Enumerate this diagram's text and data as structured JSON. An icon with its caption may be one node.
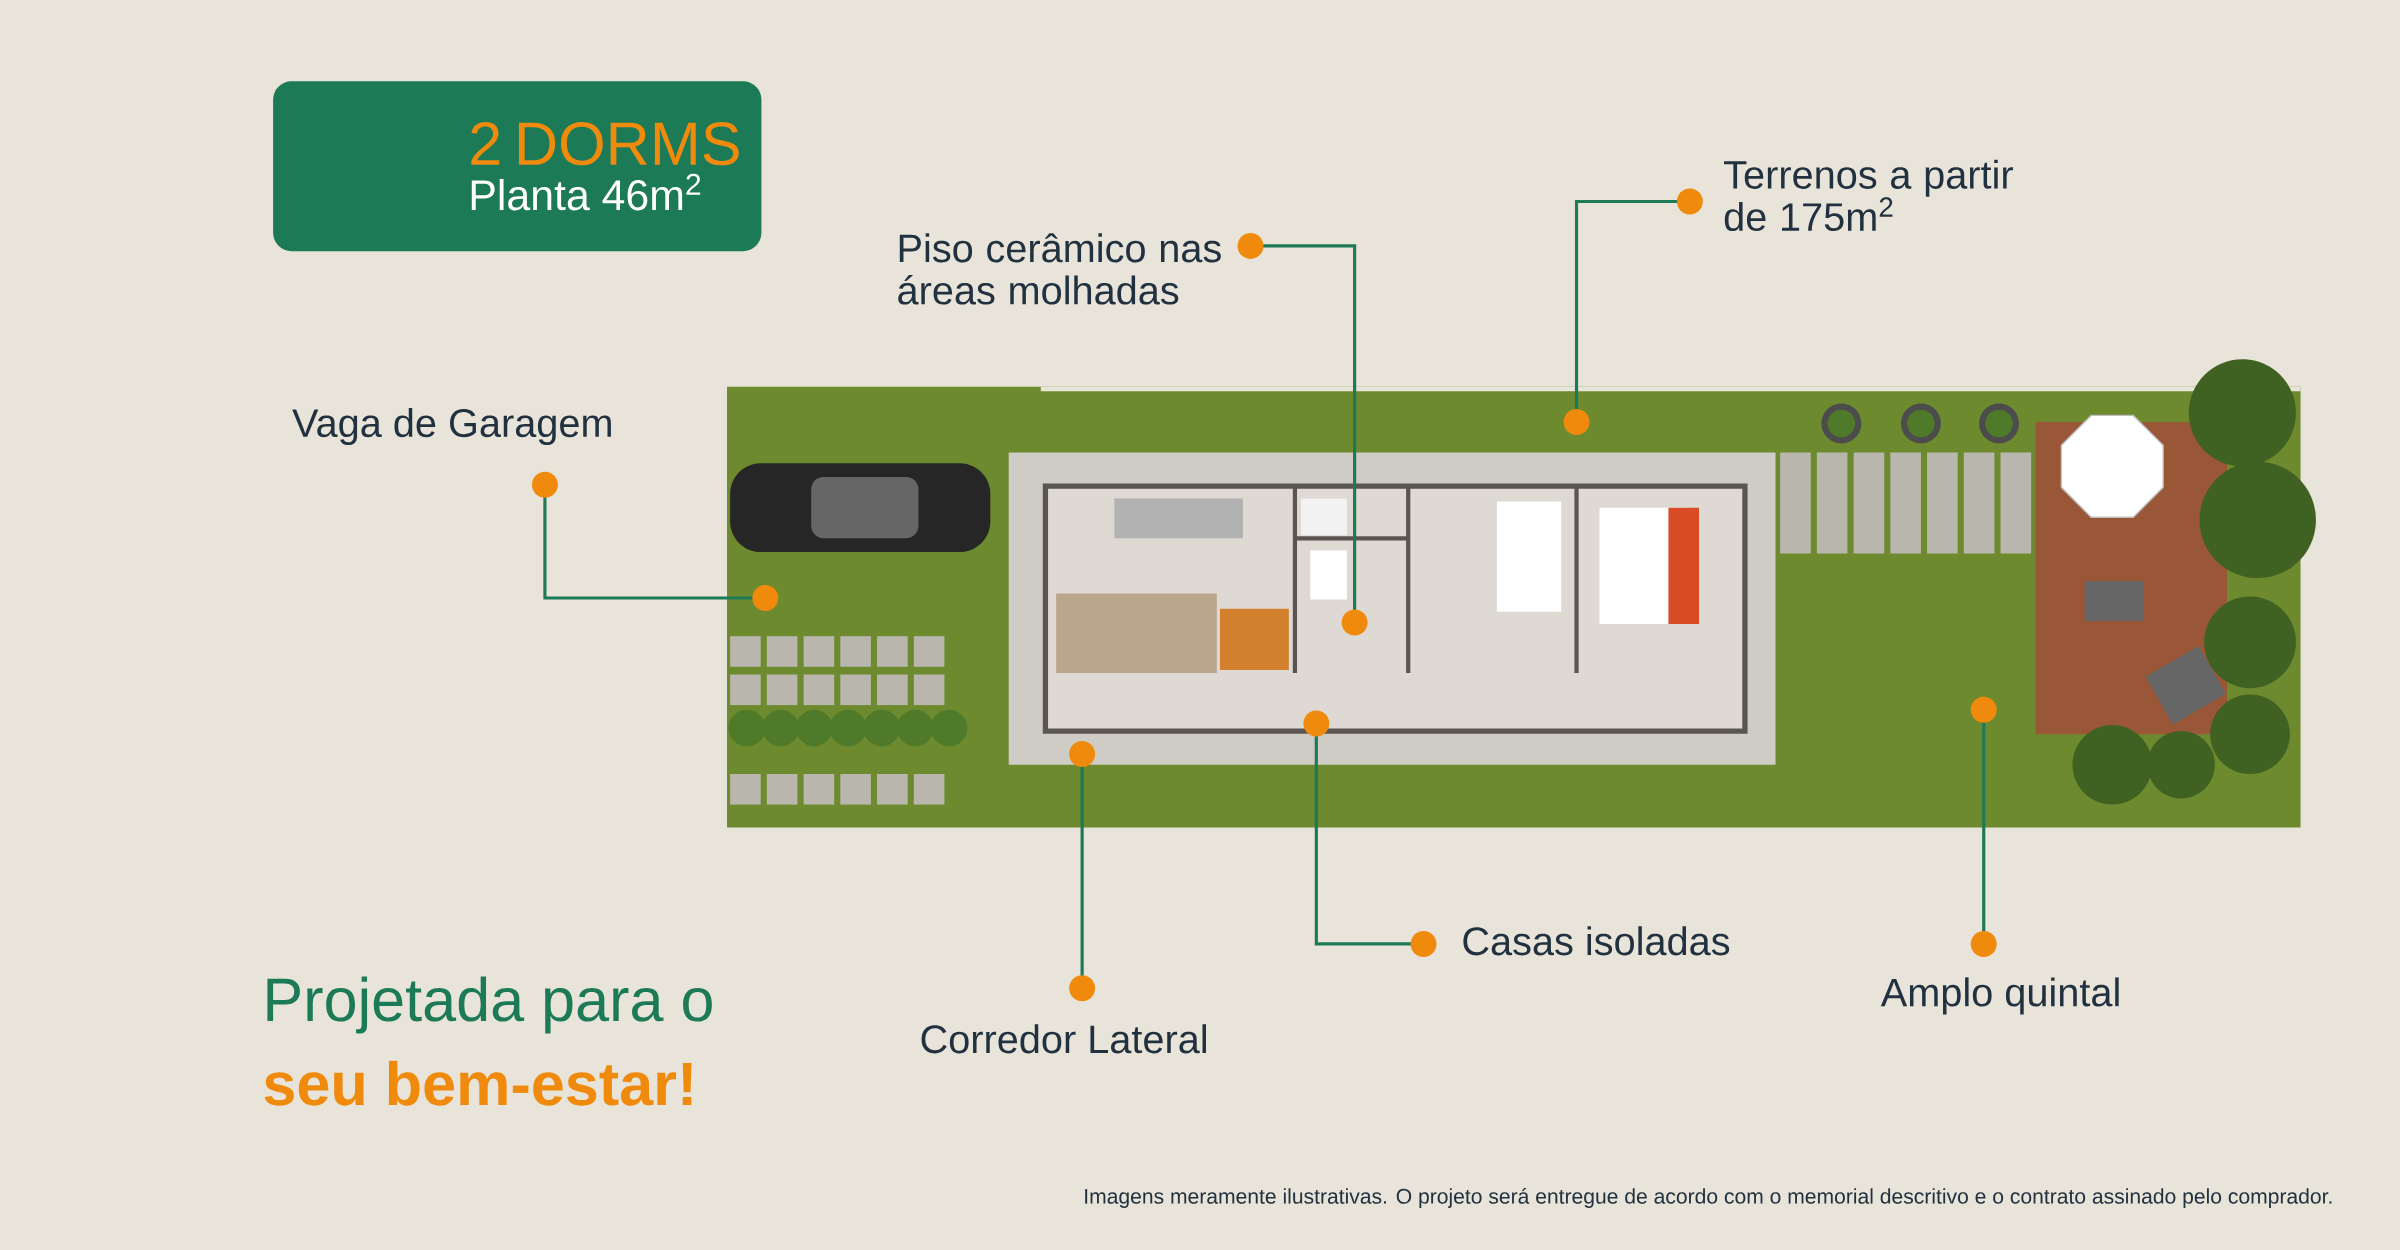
{
  "diagram": {
    "nodes": [
      {
        "text": [
          "2 DORMS",
          "Planta 46m$^{2}$"
        ]
      },
      {
        "text": [
          "Vaga de Garagem"
        ]
      },
      {
        "text": [
          "Piso cerâmico nas áreas molhadas"
        ]
      },
      {
        "text": [
          "Terrenos a partir de 175m$^{2}$"
        ]
      },
      {
        "text": [
          "Corredor Lateral"
        ]
      },
      {
        "text": [
          "Casas isoladas"
        ]
      },
      {
        "text": [
          "Amplo quintal"
        ]
      }
    ],
    "edges": [
      {
        "from": 1,
        "to": null,
        "arrow": "other"
      },
      {
        "from": 2,
        "to": null,
        "arrow": "other"
      },
      {
        "from": 3,
        "to": null,
        "arrow": "other"
      },
      {
        "from": 4,
        "to": null,
        "arrow": "other"
      },
      {
        "from": 5,
        "to": null,
        "arrow": "other"
      },
      {
        "from": 6,
        "to": null,
        "arrow": "other"
      }
    ],
    "labels": [
      "Projetada para o",
      "seu bem-estar!",
      "Imagens meramente ilustrativas. O projeto será entregue de acordo com o memorial descritivo e o contrato assinado pelo comprador."
    ]
  }
}
